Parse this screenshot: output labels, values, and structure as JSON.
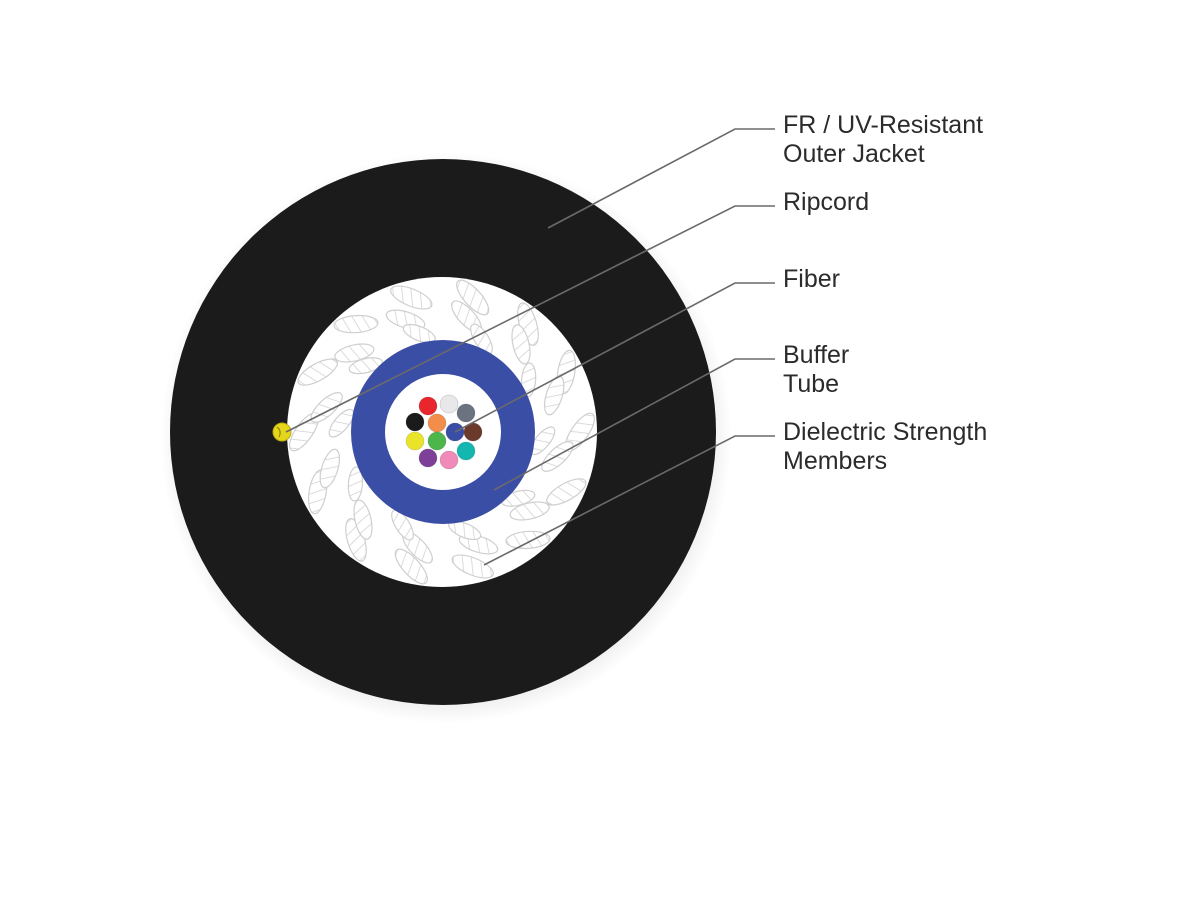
{
  "labels": {
    "outer_jacket": {
      "line1": "FR / UV-Resistant",
      "line2": "Outer Jacket"
    },
    "ripcord": {
      "line1": "Ripcord"
    },
    "fiber": {
      "line1": "Fiber"
    },
    "buffer_tube": {
      "line1": "Buffer",
      "line2": "Tube"
    },
    "strength_members": {
      "line1": "Dielectric Strength",
      "line2": "Members"
    }
  },
  "colors": {
    "jacket": "#1b1b1b",
    "strength_members": "#ffffff",
    "strength_member_lines": "#cfcfcf",
    "buffer_tube": "#3b4ea6",
    "gel": "#ffffff",
    "ripcord": "#e6d61a",
    "leader_line": "#6a6a6a",
    "text": "#2b2b2b",
    "fibers": [
      "#e8262c",
      "#e8e8ea",
      "#6b7280",
      "#1a1a1a",
      "#f28d4a",
      "#3b4ea6",
      "#6b3a2a",
      "#e9e42a",
      "#4cb64a",
      "#13b7b0",
      "#7d3f98",
      "#f08ab8"
    ]
  }
}
